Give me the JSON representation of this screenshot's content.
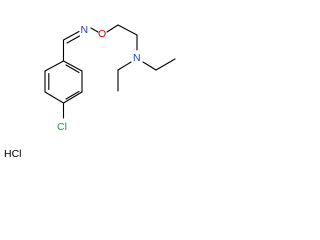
{
  "molecule": {
    "atoms": {
      "imine_n": "N",
      "oxime_o": "O",
      "amine_n": "N",
      "chlorine": "Cl",
      "salt": "HCl"
    },
    "colors": {
      "bond": "#000000",
      "nitrogen": "#1f3fbf",
      "oxygen": "#d40000",
      "chlorine": "#1a9e3a",
      "text": "#000000"
    }
  }
}
